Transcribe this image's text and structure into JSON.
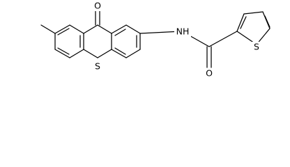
{
  "atoms": {
    "ketone_oxygen": "O",
    "ring_sulfur": "S",
    "amide_nitrogen": "NH",
    "amide_oxygen": "O",
    "thiophene_sulfur": "S"
  },
  "colors": {
    "bond": "#000000",
    "label": "#000000",
    "background": "#ffffff"
  }
}
